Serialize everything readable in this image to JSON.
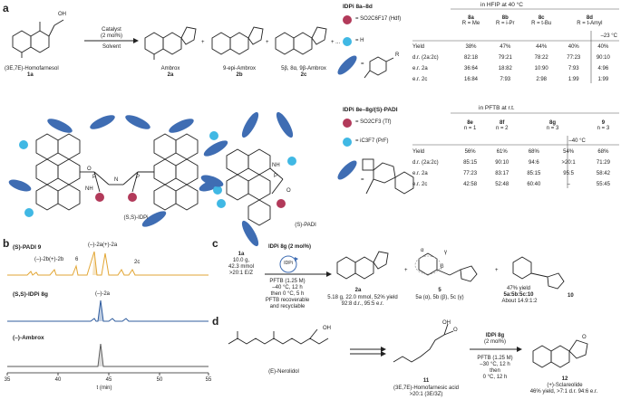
{
  "panel_letters": {
    "a": "a",
    "b": "b",
    "c": "c",
    "d": "d"
  },
  "panel_a": {
    "catalyst_line1": "Catalyst",
    "catalyst_line2": "(2 mol%)",
    "solvent": "Solvent",
    "substrate_name": "(3E,7E)-Homofarnesol",
    "substrate_id": "1a",
    "products": [
      {
        "name": "Ambrox",
        "id": "2a"
      },
      {
        "name": "9-epi-Ambrox",
        "id": "2b"
      },
      {
        "name": "5β, 8α, 9β-Ambrox",
        "id": "2c"
      }
    ],
    "plus": "+",
    "ellipsis": "+ ...",
    "legend1_title": "IDPi 8a–8d",
    "legend1_red": "= SO2C6F17 (Hdf)",
    "legend1_blue": "= H",
    "legend1_r": "R",
    "legend2_title": "IDPi 8e–8g/(S)-PADI",
    "legend2_red": "= SO2CF3 (Tf)",
    "legend2_blue": "= iC3F7 (PrF)",
    "idpi_label": "(S,S)-IDPi",
    "padi_label": "(S)-PADI",
    "struct_letters": {
      "o": "O",
      "p": "P",
      "n": "N",
      "nh": "NH",
      "o_dbl": "O"
    },
    "table1": {
      "header": "in HFIP at 40 °C",
      "cols": [
        {
          "id": "8a",
          "sub": "R = Me"
        },
        {
          "id": "8b",
          "sub": "R = i-Pr"
        },
        {
          "id": "8c",
          "sub": "R = t-Bu"
        },
        {
          "id": "8d",
          "sub": "R = t-Amyl"
        }
      ],
      "extra_col": "–23 °C",
      "rows": [
        {
          "label": "Yield",
          "vals": [
            "38%",
            "47%",
            "44%",
            "40%",
            "40%"
          ]
        },
        {
          "label": "d.r. (2a:2c)",
          "vals": [
            "82:18",
            "79:21",
            "78:22",
            "77:23",
            "90:10"
          ]
        },
        {
          "label": "e.r. 2a",
          "vals": [
            "36:64",
            "18:82",
            "10:90",
            "7:93",
            "4:96"
          ]
        },
        {
          "label": "e.r. 2c",
          "vals": [
            "16:84",
            "7:93",
            "2:98",
            "1:99",
            "1:99"
          ]
        }
      ]
    },
    "table2": {
      "header": "in PFTB at r.t.",
      "cols": [
        {
          "id": "8e",
          "sub": "n = 1"
        },
        {
          "id": "8f",
          "sub": "n = 2"
        },
        {
          "id": "8g",
          "sub": "n = 3"
        },
        {
          "id": "9",
          "sub": "n = 3"
        }
      ],
      "extra_col": "–40 °C",
      "rows": [
        {
          "label": "Yield",
          "vals": [
            "56%",
            "61%",
            "68%",
            "54%",
            "68%"
          ]
        },
        {
          "label": "d.r. (2a:2c)",
          "vals": [
            "85:15",
            "90:10",
            "94:6",
            ">20:1",
            "71:29"
          ]
        },
        {
          "label": "e.r. 2a",
          "vals": [
            "77:23",
            "83:17",
            "85:15",
            "95:5",
            "58:42"
          ]
        },
        {
          "label": "e.r. 2c",
          "vals": [
            "42:58",
            "52:48",
            "60:40",
            "–",
            "55:45"
          ]
        }
      ]
    }
  },
  "panel_b": {
    "traces": [
      {
        "name": "(S)-PADI 9",
        "color": "#e2a634",
        "annotations": [
          "(–)-2b(+)-2b",
          "6",
          "(–)-2a(+)-2a",
          "2c"
        ]
      },
      {
        "name": "(S,S)-IDPi 8g",
        "color": "#2f5c9e",
        "annotations": [
          "(–)-2a"
        ]
      },
      {
        "name": "(–)-Ambrox",
        "color": "#555555",
        "annotations": []
      }
    ],
    "x_ticks": [
      "35",
      "40",
      "45",
      "50",
      "55"
    ],
    "x_label": "t (min)"
  },
  "panel_c": {
    "reactant": "1a",
    "amount1": "10.0 g,",
    "amount2": "42.3 mmol",
    "amount3": ">20:1 E/Z",
    "catalyst": "IDPi 8g (2 mol%)",
    "cycle_label": "IDPi",
    "cond1": "PFTB (1.25 M)",
    "cond2": "–40 °C, 12 h",
    "cond3": "then 0 °C, 5 h",
    "cond4": "PFTB recoverable",
    "cond5": "and recyclable",
    "p1_id": "2a",
    "p1_yield": "5.18 g, 22.0 mmol, 52% yield",
    "p1_er": "92:8 d.r., 95:5 e.r.",
    "p2_id": "5",
    "p2_sub": "5a (α), 5b (β), 5c (γ)",
    "greek": {
      "a": "α",
      "b": "β",
      "g": "γ"
    },
    "p3_id": "10",
    "mix_yield": "47% yield",
    "mix_ratio_label": "5a:5b:5c:10",
    "mix_ratio": "About 14.9:1:2"
  },
  "panel_d": {
    "start": "(E)-Nerolidol",
    "mid_id": "11",
    "mid_name": "(3E,7E)-Homofarnesic acid",
    "mid_ratio": ">20:1 (3E/3Z)",
    "catalyst": "IDPi 8g",
    "cat_amount": "(2 mol%)",
    "cond1": "PFTB (1.25 M)",
    "cond2": "–30 °C, 12 h",
    "cond3": "then",
    "cond4": "0 °C, 12 h",
    "prod_id": "12",
    "prod_name": "(+)-Sclareolide",
    "prod_yield": "46% yield, >7:1 d.r. 94:6 e.r."
  },
  "colors": {
    "red": "#b23a5a",
    "blue": "#3f6db3",
    "cyan": "#40b8e4",
    "gold": "#e2a634",
    "navy": "#2f5c9e"
  }
}
